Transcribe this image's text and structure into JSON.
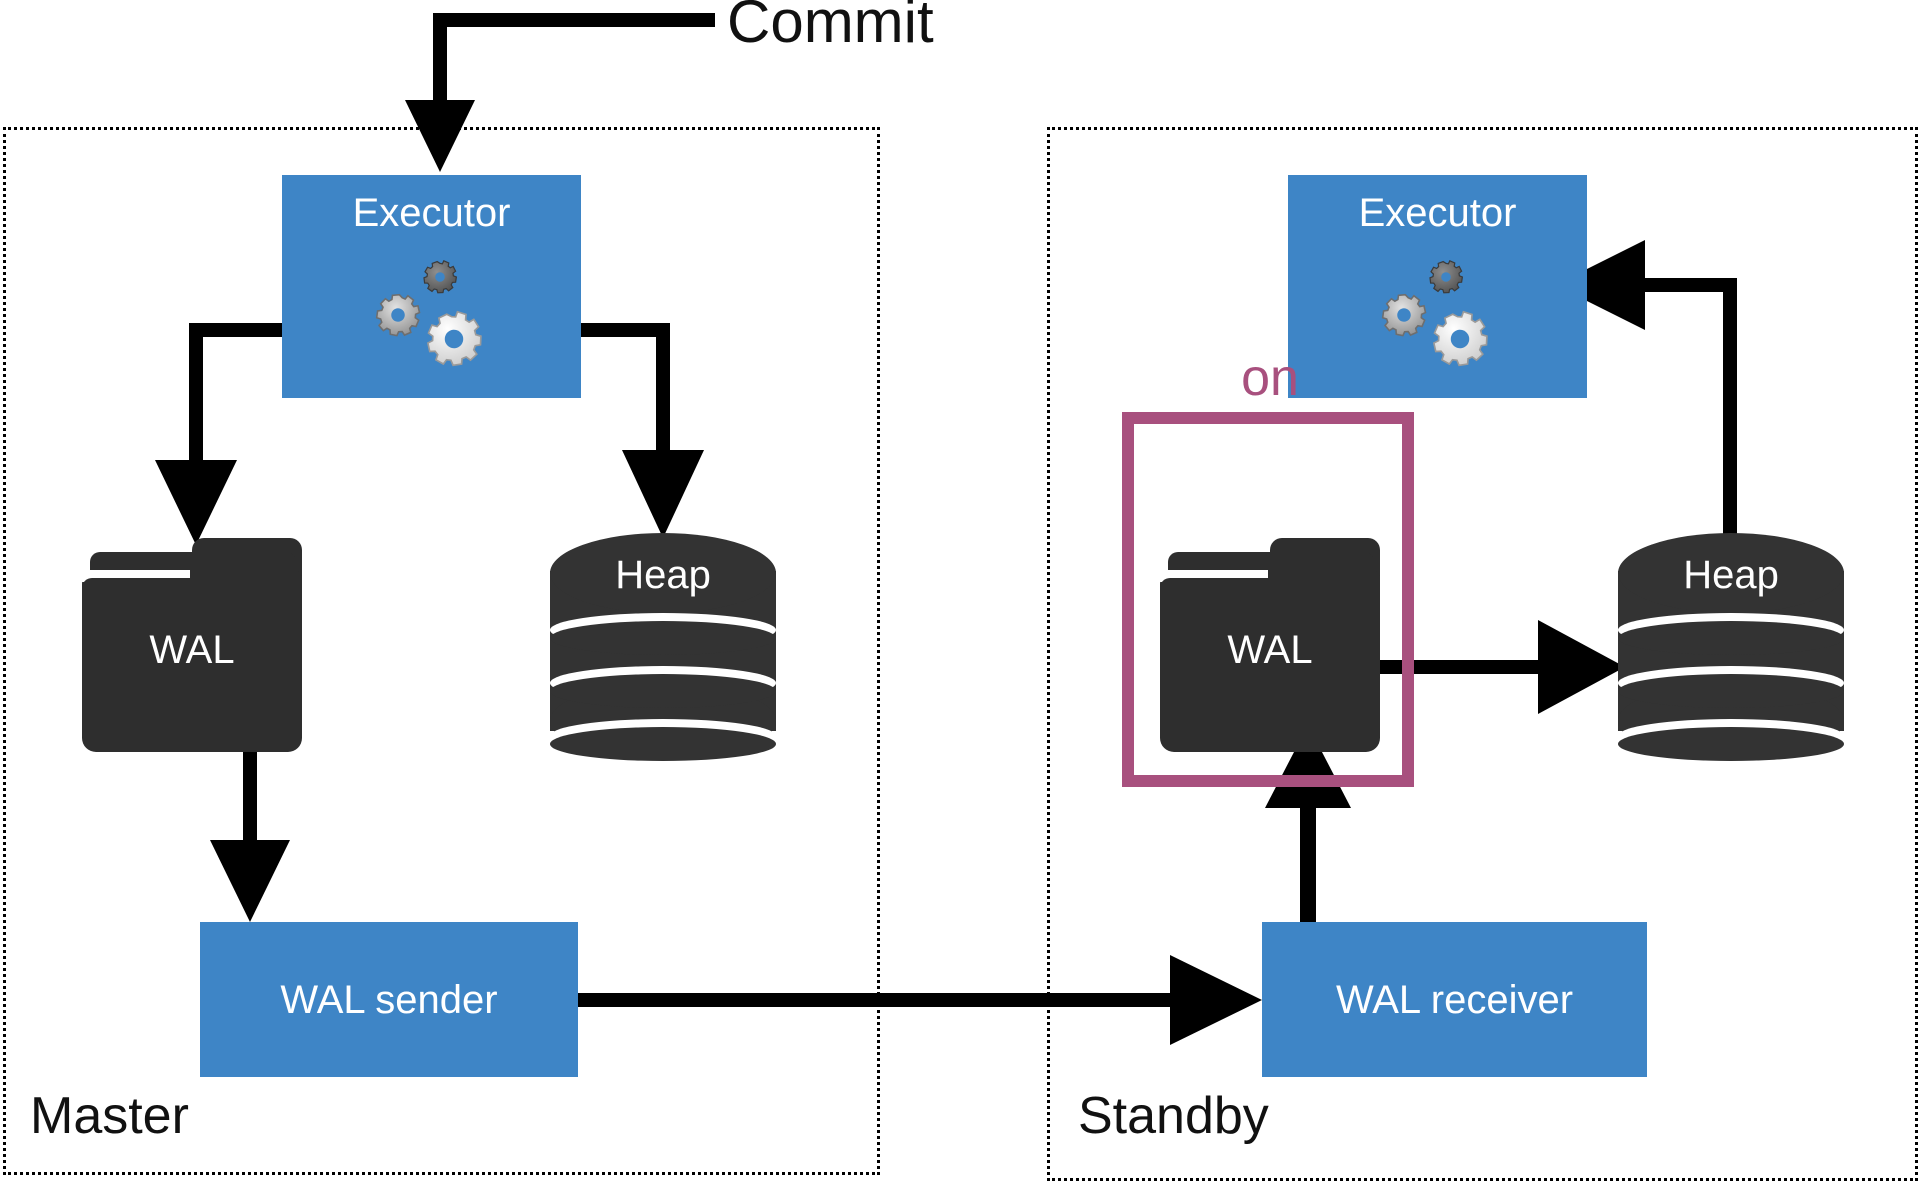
{
  "diagram": {
    "title_text": "Commit",
    "zones": [
      {
        "id": "master",
        "label": "Master"
      },
      {
        "id": "standby",
        "label": "Standby"
      }
    ],
    "master": {
      "executor": {
        "label": "Executor",
        "icon": "gears-icon",
        "color": "#3E85C6"
      },
      "wal": {
        "label": "WAL",
        "icon": "folder-icon",
        "color": "#2E2E2E"
      },
      "heap": {
        "label": "Heap",
        "icon": "database-cylinder-icon",
        "color": "#333333"
      },
      "wal_sender": {
        "label": "WAL sender",
        "color": "#3E85C6"
      }
    },
    "standby": {
      "executor": {
        "label": "Executor",
        "icon": "gears-icon",
        "color": "#3E85C6"
      },
      "wal": {
        "label": "WAL",
        "icon": "folder-icon",
        "color": "#2E2E2E"
      },
      "heap": {
        "label": "Heap",
        "icon": "database-cylinder-icon",
        "color": "#333333"
      },
      "wal_receiver": {
        "label": "WAL receiver",
        "color": "#3E85C6"
      },
      "highlight": {
        "label": "on",
        "color": "#A8507E"
      }
    },
    "edges": [
      {
        "id": "commit-to-executor",
        "from": "Commit",
        "to": "Executor (Master)",
        "arrow": "down"
      },
      {
        "id": "executor-to-wal",
        "from": "Executor (Master)",
        "to": "WAL (Master)",
        "arrow": "down"
      },
      {
        "id": "executor-to-heap",
        "from": "Executor (Master)",
        "to": "Heap (Master)",
        "arrow": "down"
      },
      {
        "id": "wal-to-wal-sender",
        "from": "WAL (Master)",
        "to": "WAL sender",
        "arrow": "down"
      },
      {
        "id": "wal-sender-to-wal-receiver",
        "from": "WAL sender",
        "to": "WAL receiver",
        "arrow": "right"
      },
      {
        "id": "wal-receiver-to-wal",
        "from": "WAL receiver",
        "to": "WAL (Standby)",
        "arrow": "up"
      },
      {
        "id": "wal-to-heap",
        "from": "WAL (Standby)",
        "to": "Heap (Standby)",
        "arrow": "right"
      },
      {
        "id": "heap-to-executor",
        "from": "Heap (Standby)",
        "to": "Executor (Standby)",
        "arrow": "left"
      }
    ],
    "colors": {
      "process_blue": "#3E85C6",
      "storage_dark": "#2E2E2E",
      "highlight_magenta": "#A8507E",
      "connector_black": "#000000",
      "background": "#FFFFFF"
    }
  }
}
